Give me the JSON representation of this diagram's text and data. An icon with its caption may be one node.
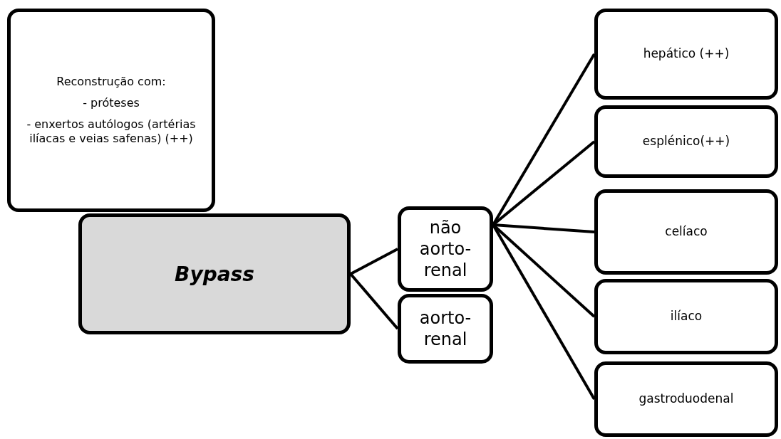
{
  "diagram": {
    "nodes": [
      {
        "text": [
          "Reconstrução com:",
          "- próteses",
          "- enxertos autólogos (artérias ilíacas e veias safenas) (++)"
        ]
      },
      {
        "text": [
          "Bypass"
        ]
      },
      {
        "text": [
          "não aorto-renal"
        ]
      },
      {
        "text": [
          "aorto-renal"
        ]
      },
      {
        "text": [
          "hepático (++)"
        ]
      },
      {
        "text": [
          "esplénico(++)"
        ]
      },
      {
        "text": [
          "celíaco"
        ]
      },
      {
        "text": [
          "ilíaco"
        ]
      },
      {
        "text": [
          "gastroduodenal"
        ]
      }
    ],
    "edges": [
      {
        "from": 1,
        "to": 2,
        "arrow": "none"
      },
      {
        "from": 1,
        "to": 3,
        "arrow": "none"
      },
      {
        "from": 2,
        "to": 4,
        "arrow": "none"
      },
      {
        "from": 2,
        "to": 5,
        "arrow": "none"
      },
      {
        "from": 2,
        "to": 6,
        "arrow": "none"
      },
      {
        "from": 2,
        "to": 7,
        "arrow": "none"
      },
      {
        "from": 2,
        "to": 8,
        "arrow": "none"
      }
    ]
  }
}
